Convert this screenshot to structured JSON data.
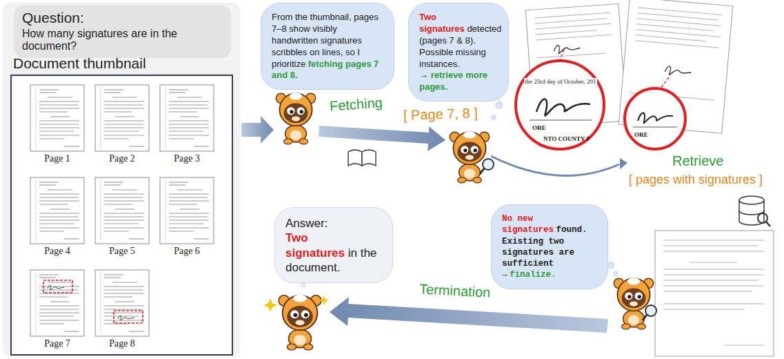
{
  "diagram": {
    "nodes": [
      {
        "text": [
          "Question:",
          "How many signatures are in the document?"
        ]
      },
      {
        "text": [
          "Document thumbnail"
        ]
      },
      {
        "text": [
          "Page 1"
        ],
        "in": 1
      },
      {
        "text": [
          "Page 2"
        ],
        "in": 1
      },
      {
        "text": [
          "Page 3"
        ],
        "in": 1
      },
      {
        "text": [
          "Page 4"
        ],
        "in": 1
      },
      {
        "text": [
          "Page 5"
        ],
        "in": 1
      },
      {
        "text": [
          "Page 6"
        ],
        "in": 1
      },
      {
        "text": [
          "Page 7"
        ],
        "in": 1
      },
      {
        "text": [
          "Page 8"
        ],
        "in": 1
      },
      {
        "text": [
          "From the thumbnail, pages 7–8 show visibly handwritten signatures scribbles on lines, so I prioritize",
          "fetching pages 7 and 8."
        ]
      },
      {
        "text": [
          "Two signatures",
          "detected (pages 7 & 8). Possible missing instances. →",
          "retrieve more pages."
        ]
      },
      {
        "text": [
          "No new signatures",
          "found. Existing two signatures are sufficient →",
          "finalize."
        ]
      },
      {
        "text": [
          "Answer:",
          "Two signatures",
          "in the document."
        ]
      }
    ],
    "labels": [
      "Fetching",
      "[ Page 7, 8 ]",
      "Retrieve",
      "[ pages with signatures ]",
      "Termination",
      "the 23rd day of October, 201",
      "ORE",
      "NTO COUNTY F",
      "ORE"
    ]
  }
}
